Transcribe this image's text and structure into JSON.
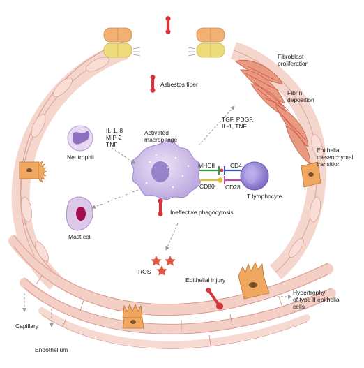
{
  "labels": {
    "asbestos_fiber": "Asbestos fiber",
    "fibroblast_proliferation": "Fibroblast\nproliferation",
    "fibrin_deposition": "Fibrin\ndeposition",
    "epithelial_mesenchymal_transition": "Epithelial\nmesenchymal\ntransition",
    "tgf_cytokines": "TGF, PDGF,\nIL-1, TNF",
    "il_cytokines": "IL-1, 8\nMIP-2\nTNF",
    "neutrophil": "Neutrophil",
    "activated_macrophage": "Activated\nmacrophage",
    "mhcii": "MHCII",
    "cd80": "CD80",
    "cd4": "CD4",
    "cd28": "CD28",
    "t_lymphocyte": "T lymphocyte",
    "ineffective_phagocytosis": "Ineffective phagocytosis",
    "mast_cell": "Mast cell",
    "ros": "ROS",
    "epithelial_injury": "Epithelial injury",
    "hypertrophy": "Hypertrophy\nof type II epithelial\ncells",
    "capillary": "Capillary",
    "endothelium": "Endothelium"
  },
  "colors": {
    "alveolar_wall": "#f6d7cf",
    "wall_outline": "#d9a196",
    "fiber": "#d8343c",
    "macrophage": "#c9b8e6",
    "neutrophil": "#e3d5ef",
    "mast_cell": "#dcc8e8",
    "t_cell": "#9f90d6",
    "fibroblast": "#e3866b",
    "epithelial_cell": "#f0a860",
    "junction_orange": "#f0b172",
    "junction_yellow": "#eedc7a",
    "ros_star": "#dd5640",
    "mhcii": "#2e9b3e",
    "cd80": "#e3c229",
    "cd4": "#2f56c9",
    "cd28": "#c845a8"
  }
}
